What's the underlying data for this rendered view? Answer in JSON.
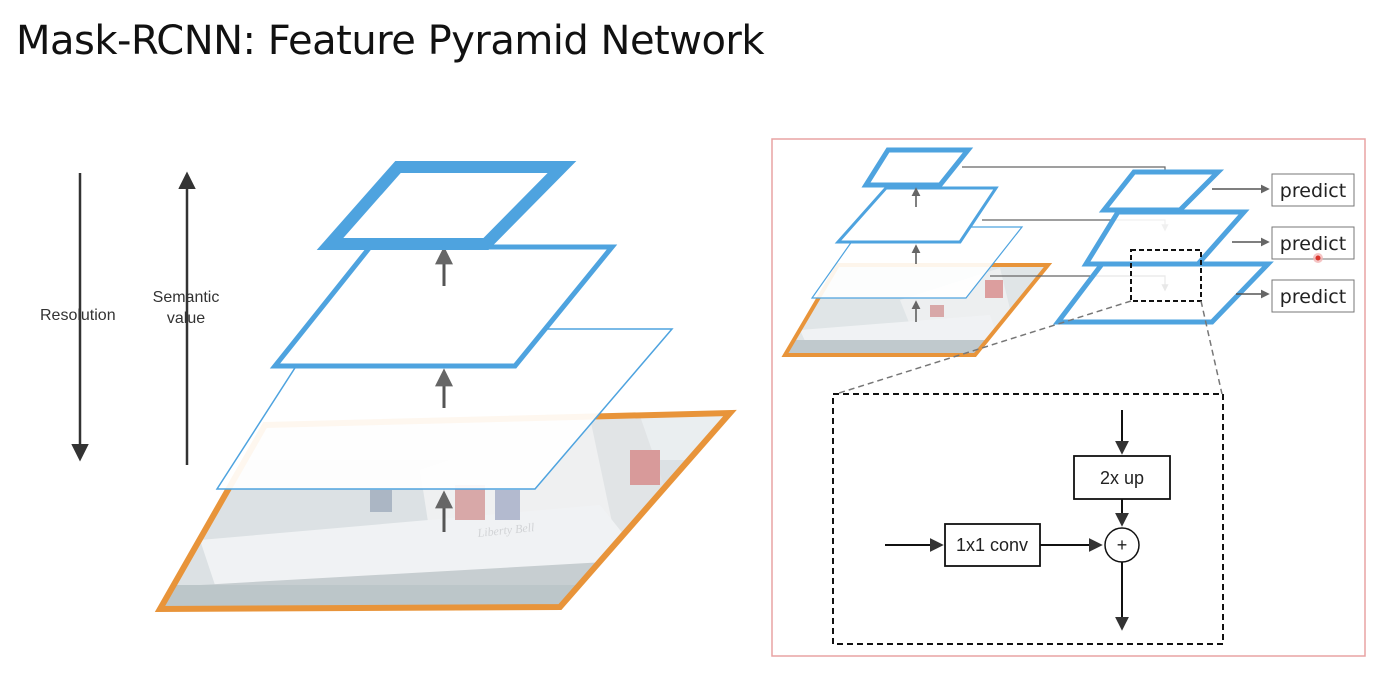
{
  "slide": {
    "title": "Mask-RCNN: Feature Pyramid Network"
  },
  "left_figure": {
    "resolution_label": "Resolution",
    "semantic_label_line1": "Semantic",
    "semantic_label_line2": "value",
    "image_caption_text": "Liberty Bell"
  },
  "right_figure": {
    "predict_labels": [
      "predict",
      "predict",
      "predict"
    ],
    "detail": {
      "upsample_label": "2x up",
      "lateral_label": "1x1 conv",
      "add_symbol": "+"
    }
  },
  "colors": {
    "feature_map_blue": "#4ea3df",
    "image_orange": "#e8943a",
    "inset_border": "#e8a3a3",
    "arrow_gray": "#555555"
  }
}
